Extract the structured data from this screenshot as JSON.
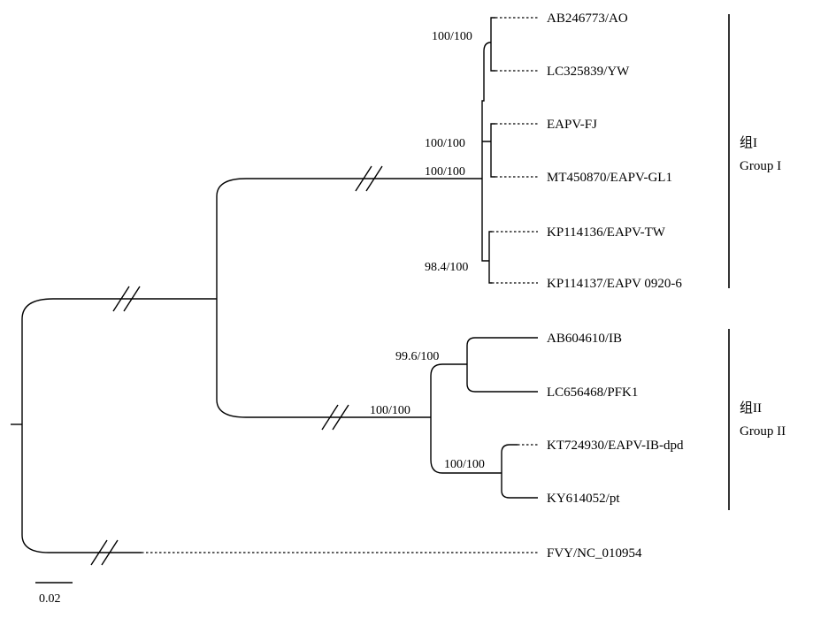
{
  "taxa": {
    "t1": "AB246773/AO",
    "t2": "LC325839/YW",
    "t3": "EAPV-FJ",
    "t4": "MT450870/EAPV-GL1",
    "t5": "KP114136/EAPV-TW",
    "t6": "KP114137/EAPV 0920-6",
    "t7": "AB604610/IB",
    "t8": "LC656468/PFK1",
    "t9": "KT724930/EAPV-IB-dpd",
    "t10": "KY614052/pt",
    "outgroup": "FVY/NC_010954"
  },
  "support": {
    "s_ao_yw": "100/100",
    "s_fj_gl1": "100/100",
    "s_group1": "100/100",
    "s_tw": "98.4/100",
    "s_ib_pfk": "99.6/100",
    "s_group2": "100/100",
    "s_dpd_pt": "100/100"
  },
  "groups": {
    "g1_cn": "组I",
    "g1_en": "Group I",
    "g2_cn": "组II",
    "g2_en": "Group II"
  },
  "scale": {
    "label": "0.02"
  }
}
